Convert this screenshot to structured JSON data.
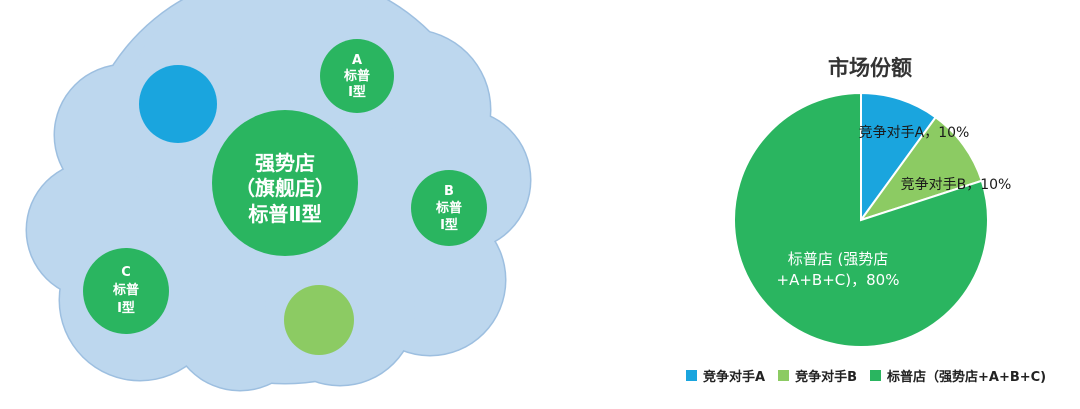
{
  "diagram": {
    "center_store": {
      "lines": [
        "强势店",
        "（旗舰店）",
        "标普Ⅱ型"
      ]
    },
    "store_a": {
      "lines": [
        "A",
        "标普",
        "Ⅰ型"
      ]
    },
    "store_b": {
      "lines": [
        "B",
        "标普",
        "Ⅰ型"
      ]
    },
    "store_c": {
      "lines": [
        "C",
        "标普",
        "Ⅰ型"
      ]
    },
    "colors": {
      "cloud_fill": "#bdd7ee",
      "cloud_stroke": "#9dbfe0",
      "store_green": "#2ab560",
      "competitor_blue": "#1aa5de",
      "competitor_lightgreen": "#8ccb63"
    }
  },
  "chart_data": {
    "type": "pie",
    "title": "市场份额",
    "slices": [
      {
        "name": "竞争对手A",
        "value": 10,
        "label": "竞争对手A，10%",
        "color": "#1aa5de"
      },
      {
        "name": "竞争对手B",
        "value": 10,
        "label": "竞争对手B，10%",
        "color": "#8ccb63"
      },
      {
        "name": "标普店（强势店+A+B+C）",
        "value": 80,
        "label_lines": [
          "标普店 (强势店",
          "+A+B+C)，80%"
        ],
        "color": "#2ab560"
      }
    ],
    "legend": {
      "position": "bottom",
      "items": [
        "竞争对手A",
        "竞争对手B",
        "标普店（强势店+A+B+C)"
      ]
    }
  }
}
